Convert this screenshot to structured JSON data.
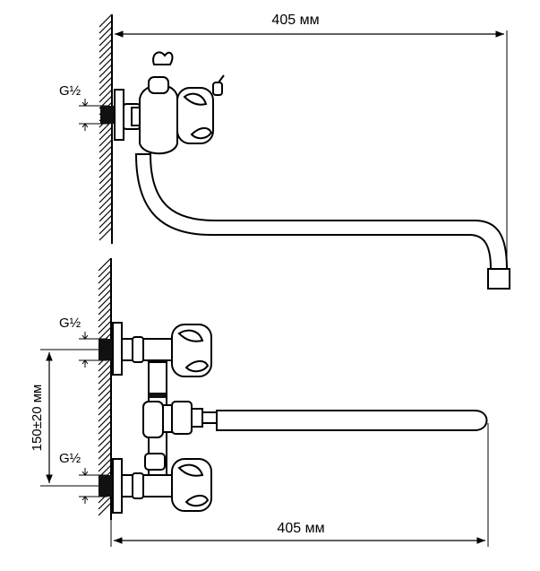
{
  "diagram": {
    "top_view": {
      "length_label": "405 мм",
      "thread_label": "G½"
    },
    "front_view": {
      "length_label": "405 мм",
      "spacing_label": "150±20 мм",
      "thread_label_top": "G½",
      "thread_label_bottom": "G½"
    }
  }
}
